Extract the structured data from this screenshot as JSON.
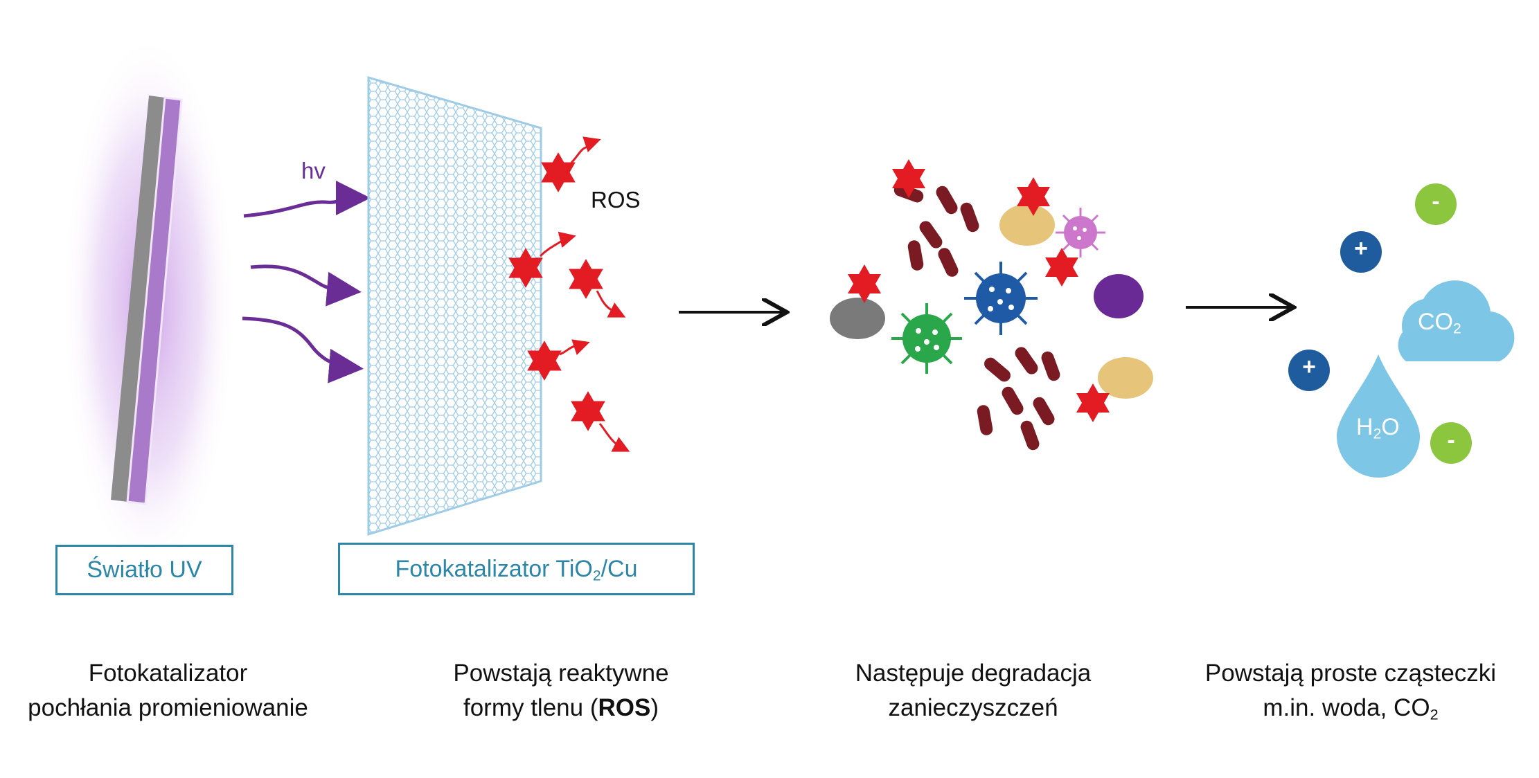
{
  "labels": {
    "hv": "hv",
    "ros": "ROS",
    "uv_box": "Światło UV",
    "catalyst_box_main": "Fotokatalizator TiO",
    "catalyst_box_sub": "2",
    "catalyst_box_tail": "/Cu",
    "cloud_main": "CO",
    "cloud_sub": "2",
    "drop_main": "H",
    "drop_sub": "2",
    "drop_tail": "O",
    "plus": "+",
    "minus": "-"
  },
  "captions": {
    "step1": {
      "line1": "Fotokatalizator",
      "line2": "pochłania promieniowanie"
    },
    "step2": {
      "line1": "Powstają reaktywne",
      "line2_pre": "formy tlenu (",
      "line2_bold": "ROS",
      "line2_post": ")"
    },
    "step3": {
      "line1": "Następuje degradacja",
      "line2": "zanieczyszczeń"
    },
    "step4": {
      "line1": "Powstają proste cząsteczki",
      "line2_pre": "m.in. woda, CO",
      "line2_sub": "2"
    }
  },
  "colors": {
    "uv_glow": "#d8b8ee",
    "uv_lamp": "#a87ac9",
    "photon_arrow": "#6a2d96",
    "mesh": "#9ecbe6",
    "ros_star": "#e31b23",
    "bacteria": "#7a1a22",
    "virus_blue": "#1f5aa6",
    "virus_green": "#2aa74a",
    "virus_pink": "#cc77cc",
    "tan_blob": "#e6c47a",
    "purple_blob": "#6a2a96",
    "gray_blob": "#7a7a7a",
    "plus_ion": "#1f5c9e",
    "minus_ion": "#8cc63f",
    "water": "#7ec6e6",
    "box_border": "#2b86a7"
  },
  "icons": [
    "uv-lamp-icon",
    "mesh-icon",
    "ros-star-icon",
    "bacteria-icon",
    "virus-icon",
    "water-drop-icon",
    "cloud-icon",
    "ion-icon"
  ]
}
